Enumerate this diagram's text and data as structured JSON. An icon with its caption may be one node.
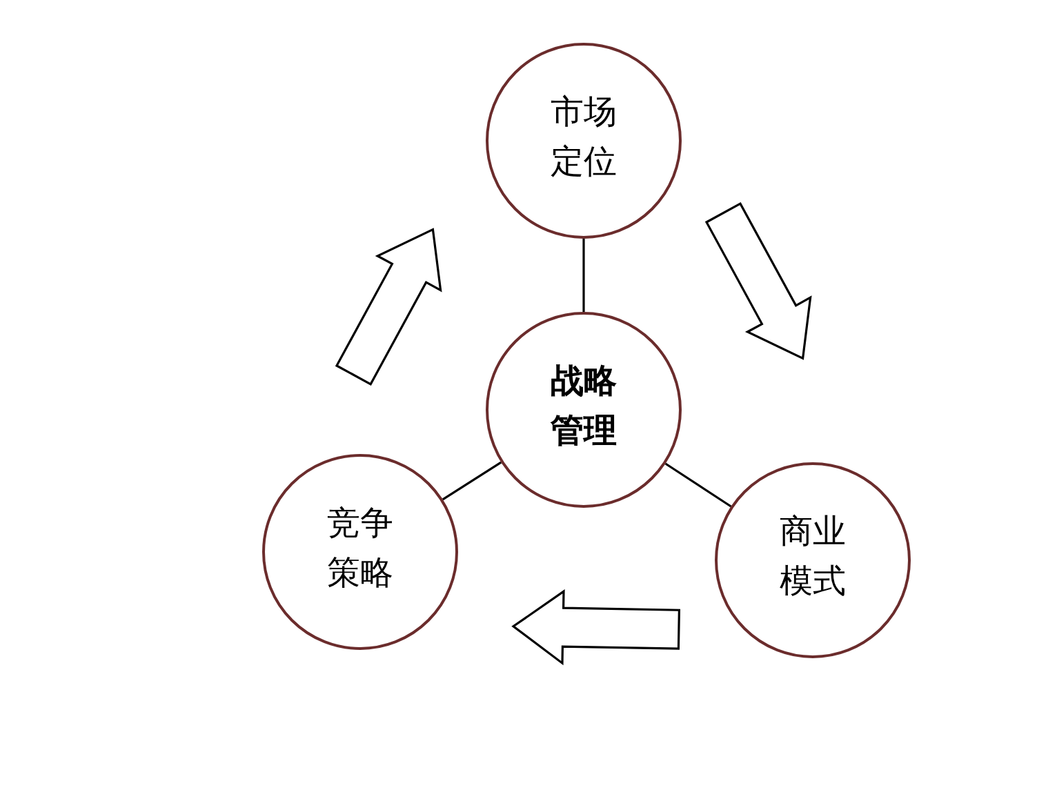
{
  "diagram": {
    "nodes": [
      {
        "text": [
          "市场定位"
        ]
      },
      {
        "text": [
          "战略管理"
        ]
      },
      {
        "text": [
          "竞争策略"
        ]
      },
      {
        "text": [
          "商业模式"
        ]
      }
    ],
    "edges": [
      {
        "from": 2,
        "to": 0,
        "arrow": "to",
        "style": "thick"
      },
      {
        "from": 0,
        "to": 3,
        "arrow": "to",
        "style": "thick"
      },
      {
        "from": 3,
        "to": 2,
        "arrow": "to",
        "style": "thick"
      },
      {
        "from": 0,
        "to": 1,
        "arrow": "none"
      },
      {
        "from": 1,
        "to": 2,
        "arrow": "none"
      },
      {
        "from": 1,
        "to": 3,
        "arrow": "none"
      }
    ]
  }
}
